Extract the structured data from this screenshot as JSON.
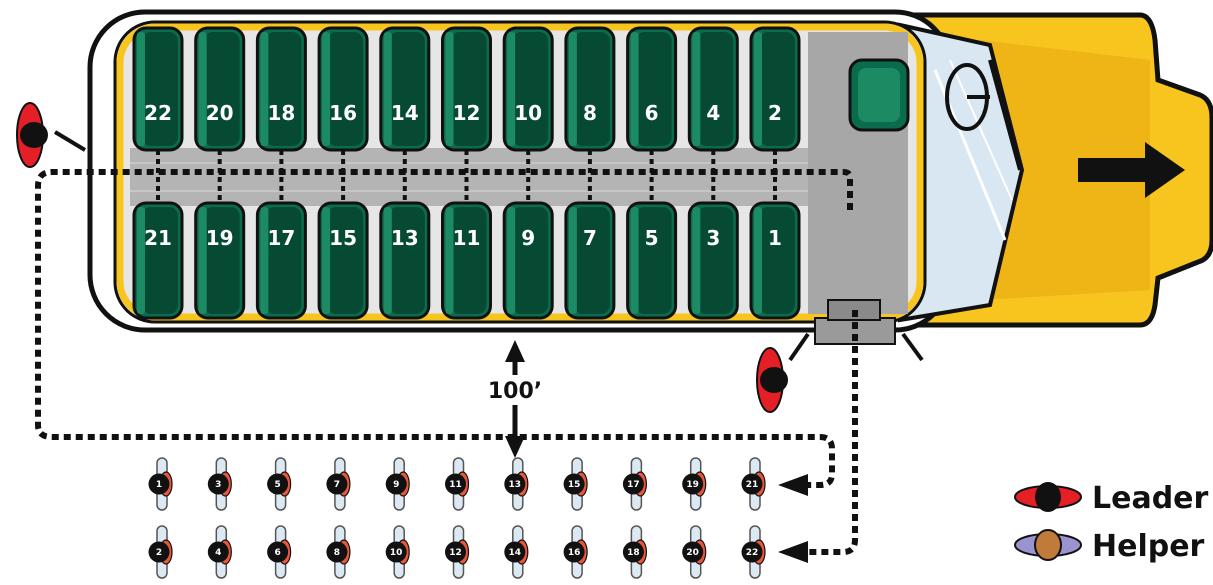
{
  "colors": {
    "seat": "#0b6b4d",
    "seat_dark": "#064a34",
    "seat_light": "#1c8a63",
    "bus_yellow": "#f7c51e",
    "bus_yellow_dark": "#e9a60e",
    "aisle": "#b4b4b4",
    "window": "#d9e7f2",
    "leader_hat": "#e41f26",
    "leader_head": "#111111",
    "helper_hat": "#9b93cf",
    "helper_head": "#c07a3a",
    "student_vest": "#dce8f2",
    "student_accent": "#e9573b"
  },
  "bus": {
    "left_row_numbers": [
      "22",
      "20",
      "18",
      "16",
      "14",
      "12",
      "10",
      "8",
      "6",
      "4",
      "2"
    ],
    "right_row_numbers": [
      "21",
      "19",
      "17",
      "15",
      "13",
      "11",
      "9",
      "7",
      "5",
      "3",
      "1"
    ],
    "direction_icon": "arrow-right-icon"
  },
  "distance_label": "100’",
  "line_top_numbers": [
    "1",
    "3",
    "5",
    "7",
    "9",
    "11",
    "13",
    "15",
    "17",
    "19",
    "21"
  ],
  "line_bottom_numbers": [
    "2",
    "4",
    "6",
    "8",
    "10",
    "12",
    "14",
    "16",
    "18",
    "20",
    "22"
  ],
  "legend": {
    "leader_label": "Leader",
    "helper_label": "Helper"
  }
}
